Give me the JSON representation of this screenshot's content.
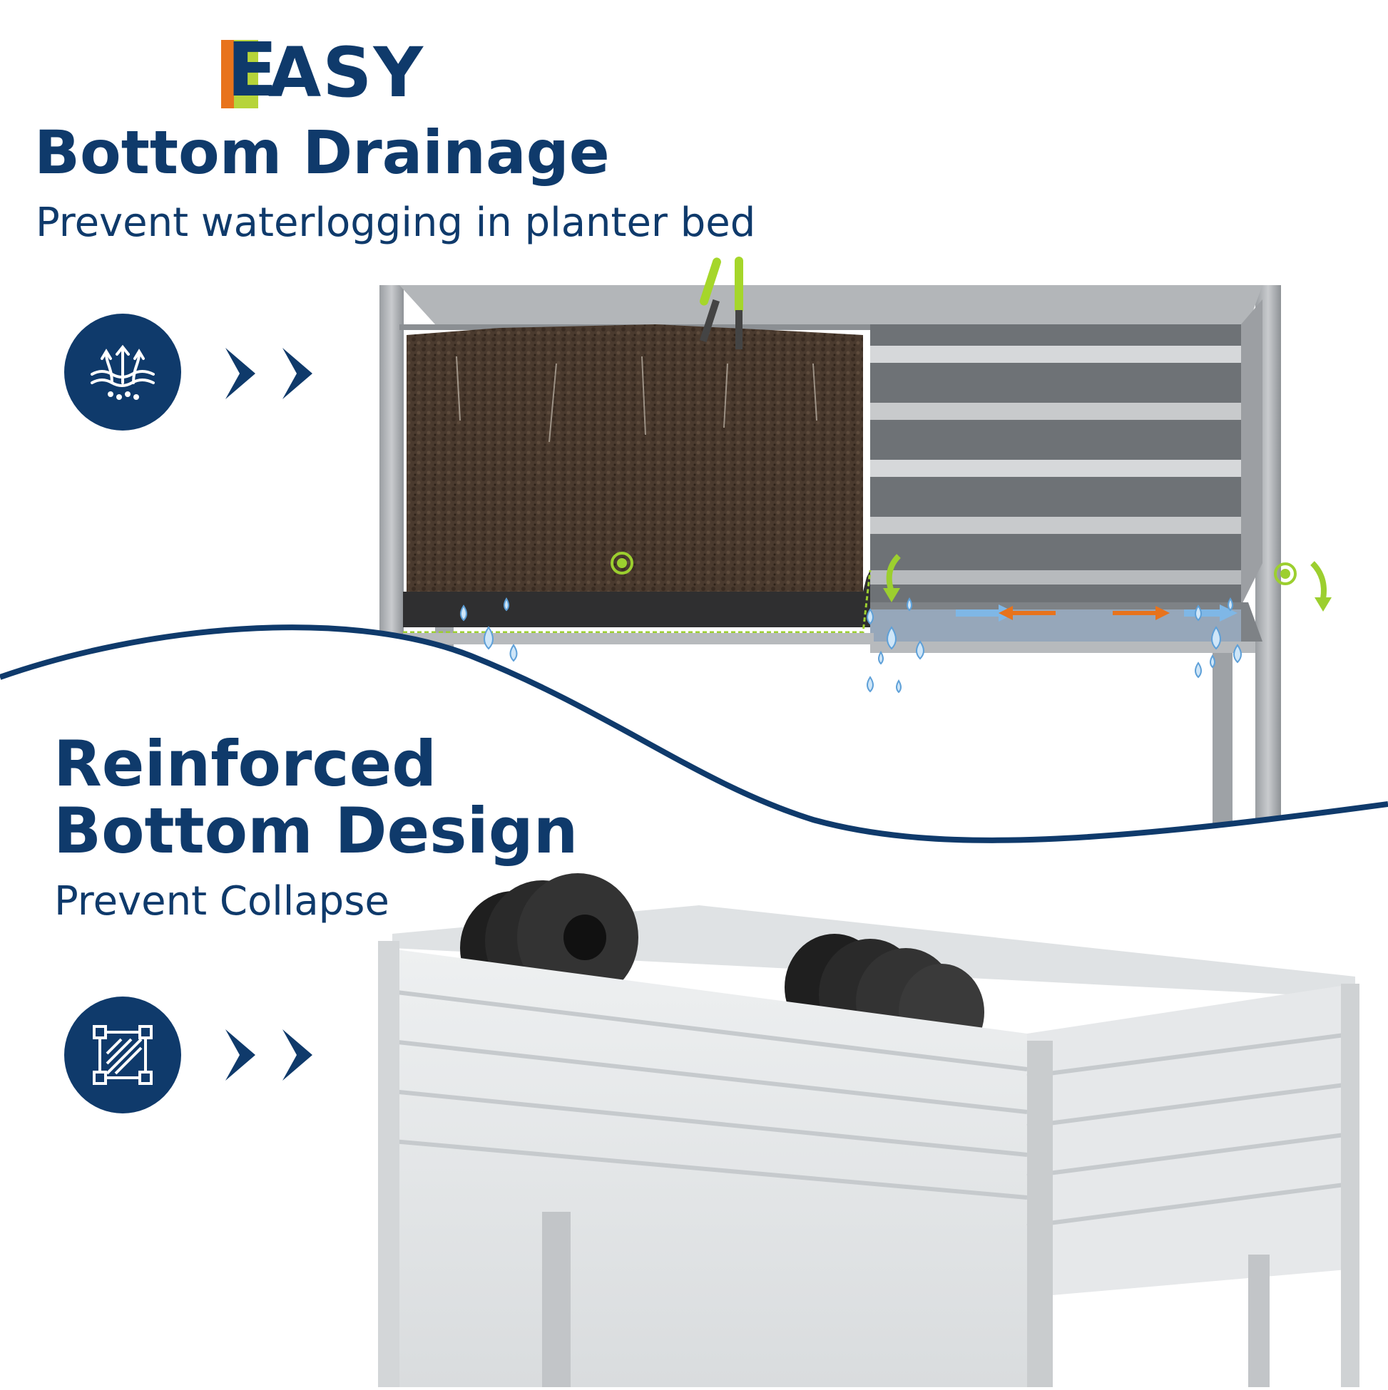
{
  "brand": {
    "letter": "E",
    "rest": "ASY",
    "colors": {
      "navy": "#0f3a6b",
      "orange": "#e8731c",
      "green": "#b6d43a"
    }
  },
  "section1": {
    "title": "Bottom Drainage",
    "subtitle": "Prevent waterlogging in planter bed",
    "icon": "drainage-icon"
  },
  "section2": {
    "title": "Reinforced Bottom Design",
    "subtitle": "Prevent Collapse",
    "icon": "reinforced-frame-icon"
  },
  "images": {
    "top": "raised-planter-cutaway-soil-drainage",
    "bottom": "raised-planter-with-dumbbell-weights"
  }
}
